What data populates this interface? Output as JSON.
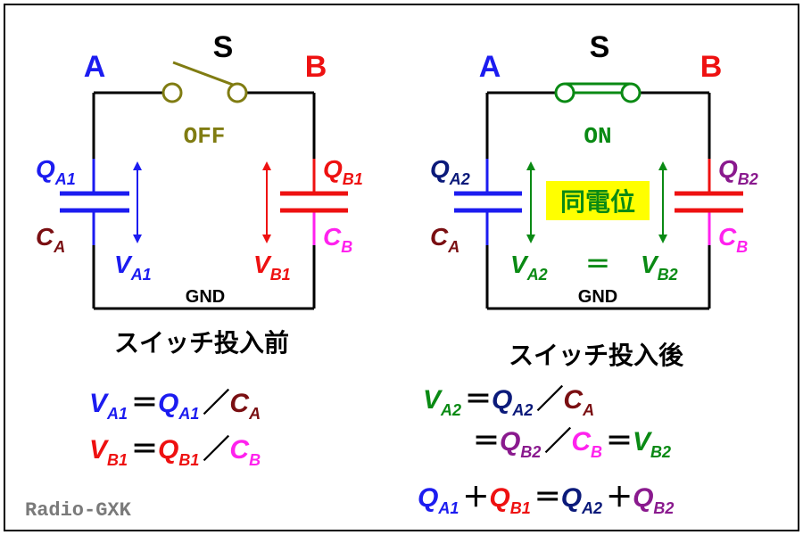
{
  "colors": {
    "blue": "#1c1cf0",
    "red": "#ee1111",
    "navy": "#0b1a7a",
    "maroon": "#7a0f12",
    "magenta": "#ff22ee",
    "green": "#0a8a14",
    "olive": "#807c12",
    "purple": "#8a1a8e",
    "highlight": "#ffff00",
    "gray": "#7a7a7a"
  },
  "left": {
    "node_a": "A",
    "node_b": "B",
    "switch_label": "S",
    "switch_state": "OFF",
    "gnd": "GND",
    "qa": {
      "sym": "Q",
      "sub": "A1"
    },
    "ca": {
      "sym": "C",
      "sub": "A"
    },
    "va": {
      "sym": "V",
      "sub": "A1"
    },
    "qb": {
      "sym": "Q",
      "sub": "B1"
    },
    "cb": {
      "sym": "C",
      "sub": "B"
    },
    "vb": {
      "sym": "V",
      "sub": "B1"
    },
    "caption": "スイッチ投入前"
  },
  "right": {
    "node_a": "A",
    "node_b": "B",
    "switch_label": "S",
    "switch_state": "ON",
    "gnd": "GND",
    "qa": {
      "sym": "Q",
      "sub": "A2"
    },
    "ca": {
      "sym": "C",
      "sub": "A"
    },
    "va": {
      "sym": "V",
      "sub": "A2"
    },
    "qb": {
      "sym": "Q",
      "sub": "B2"
    },
    "cb": {
      "sym": "C",
      "sub": "B"
    },
    "vb": {
      "sym": "V",
      "sub": "B2"
    },
    "equal_sign": "＝",
    "same_potential": "同電位",
    "caption": "スイッチ投入後"
  },
  "equations": {
    "eq1": {
      "v": "A1",
      "q": "A1",
      "c": "A"
    },
    "eq2": {
      "v": "B1",
      "q": "B1",
      "c": "B"
    },
    "eq3": {
      "v": "A2",
      "q": "A2",
      "c": "A"
    },
    "eq4": {
      "q": "B2",
      "c": "B",
      "v": "B2"
    },
    "eq5": {
      "q1": "A1",
      "q2": "B1",
      "q3": "A2",
      "q4": "B2"
    },
    "eq_sign": "＝",
    "slash": "／",
    "plus": "＋",
    "V": "V",
    "Q": "Q",
    "C": "C"
  },
  "watermark": "Radio-GXK"
}
